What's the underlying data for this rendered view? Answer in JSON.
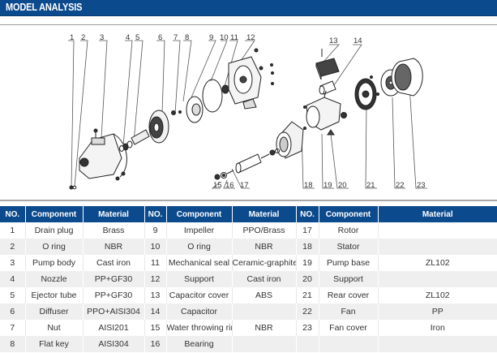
{
  "header": {
    "title": "MODEL ANALYSIS"
  },
  "colors": {
    "brand": "#0b4a8c",
    "row_alt": "#efefef"
  },
  "diagram": {
    "callouts": [
      "1",
      "2",
      "3",
      "4",
      "5",
      "6",
      "7",
      "8",
      "9",
      "10",
      "11",
      "12",
      "13",
      "14",
      "15",
      "16",
      "17",
      "18",
      "19",
      "20",
      "21",
      "22",
      "23"
    ]
  },
  "table": {
    "headers": [
      "NO.",
      "Component",
      "Material",
      "NO.",
      "Component",
      "Material",
      "NO.",
      "Component",
      "Material"
    ],
    "rows": [
      [
        [
          "1",
          "Drain plug",
          "Brass"
        ],
        [
          "9",
          "Impeller",
          "PPO/Brass"
        ],
        [
          "17",
          "Rotor",
          ""
        ]
      ],
      [
        [
          "2",
          "O ring",
          "NBR"
        ],
        [
          "10",
          "O ring",
          "NBR"
        ],
        [
          "18",
          "Stator",
          ""
        ]
      ],
      [
        [
          "3",
          "Pump body",
          "Cast iron"
        ],
        [
          "11",
          "Mechanical seal",
          "Ceramic-graphite"
        ],
        [
          "19",
          "Pump base",
          "ZL102"
        ]
      ],
      [
        [
          "4",
          "Nozzle",
          "PP+GF30"
        ],
        [
          "12",
          "Support",
          "Cast iron"
        ],
        [
          "20",
          "Support",
          ""
        ]
      ],
      [
        [
          "5",
          "Ejector tube",
          "PP+GF30"
        ],
        [
          "13",
          "Capacitor cover",
          "ABS"
        ],
        [
          "21",
          "Rear cover",
          "ZL102"
        ]
      ],
      [
        [
          "6",
          "Diffuser",
          "PPO+AISI304"
        ],
        [
          "14",
          "Capacitor",
          ""
        ],
        [
          "22",
          "Fan",
          "PP"
        ]
      ],
      [
        [
          "7",
          "Nut",
          "AISI201"
        ],
        [
          "15",
          "Water throwing ring",
          "NBR"
        ],
        [
          "23",
          "Fan cover",
          "Iron"
        ]
      ],
      [
        [
          "8",
          "Flat key",
          "AISI304"
        ],
        [
          "16",
          "Bearing",
          ""
        ],
        [
          "",
          "",
          ""
        ]
      ]
    ]
  }
}
